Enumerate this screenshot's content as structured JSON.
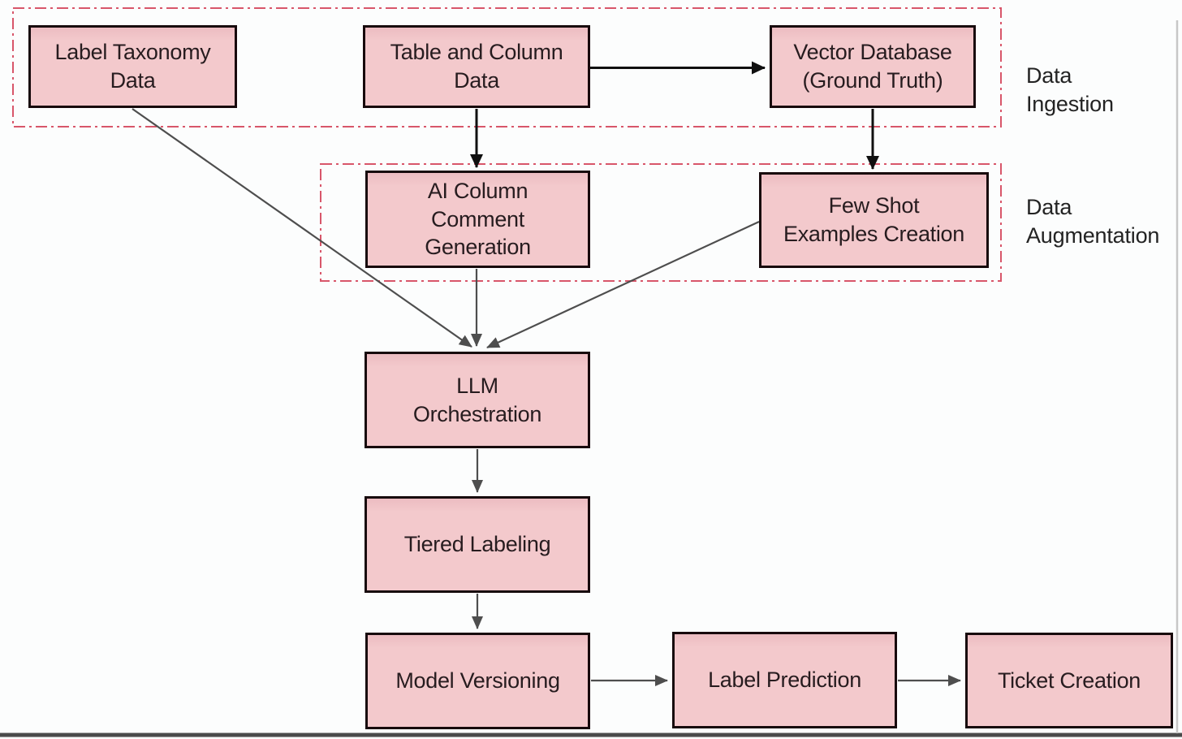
{
  "diagram": {
    "title_implicit": "",
    "colors": {
      "background": "#fcfdfd",
      "node_fill": "#f3c9cc",
      "node_border": "#17090c",
      "node_text": "#271c1f",
      "group_dash_border": "#d8566a",
      "arrow_black": "#101010",
      "arrow_gray": "#4e4e4e",
      "frame_bottom": "#4b4b4b",
      "frame_right": "#c7c7c7"
    },
    "nodes": [
      {
        "id": "label-taxonomy-data",
        "label": "Label Taxonomy\nData"
      },
      {
        "id": "table-and-column-data",
        "label": "Table and Column\nData"
      },
      {
        "id": "vector-database-ground-truth",
        "label": "Vector Database\n(Ground Truth)"
      },
      {
        "id": "ai-column-comment-generation",
        "label": "AI Column\nComment\nGeneration"
      },
      {
        "id": "few-shot-examples-creation",
        "label": "Few Shot\nExamples Creation"
      },
      {
        "id": "llm-orchestration",
        "label": "LLM\nOrchestration"
      },
      {
        "id": "tiered-labeling",
        "label": "Tiered Labeling"
      },
      {
        "id": "model-versioning",
        "label": "Model Versioning"
      },
      {
        "id": "label-prediction",
        "label": "Label Prediction"
      },
      {
        "id": "ticket-creation",
        "label": "Ticket Creation"
      }
    ],
    "groups": [
      {
        "id": "data-ingestion",
        "label": "Data\nIngestion",
        "contains": [
          "label-taxonomy-data",
          "table-and-column-data",
          "vector-database-ground-truth"
        ]
      },
      {
        "id": "data-augmentation",
        "label": "Data\nAugmentation",
        "contains": [
          "ai-column-comment-generation",
          "few-shot-examples-creation"
        ]
      }
    ],
    "edges": [
      {
        "from": "table-and-column-data",
        "to": "vector-database-ground-truth",
        "style": "black"
      },
      {
        "from": "table-and-column-data",
        "to": "ai-column-comment-generation",
        "style": "black"
      },
      {
        "from": "vector-database-ground-truth",
        "to": "few-shot-examples-creation",
        "style": "black"
      },
      {
        "from": "label-taxonomy-data",
        "to": "llm-orchestration",
        "style": "gray"
      },
      {
        "from": "ai-column-comment-generation",
        "to": "llm-orchestration",
        "style": "gray"
      },
      {
        "from": "few-shot-examples-creation",
        "to": "llm-orchestration",
        "style": "gray"
      },
      {
        "from": "llm-orchestration",
        "to": "tiered-labeling",
        "style": "gray"
      },
      {
        "from": "tiered-labeling",
        "to": "model-versioning",
        "style": "gray"
      },
      {
        "from": "model-versioning",
        "to": "label-prediction",
        "style": "gray"
      },
      {
        "from": "label-prediction",
        "to": "ticket-creation",
        "style": "gray"
      }
    ]
  }
}
